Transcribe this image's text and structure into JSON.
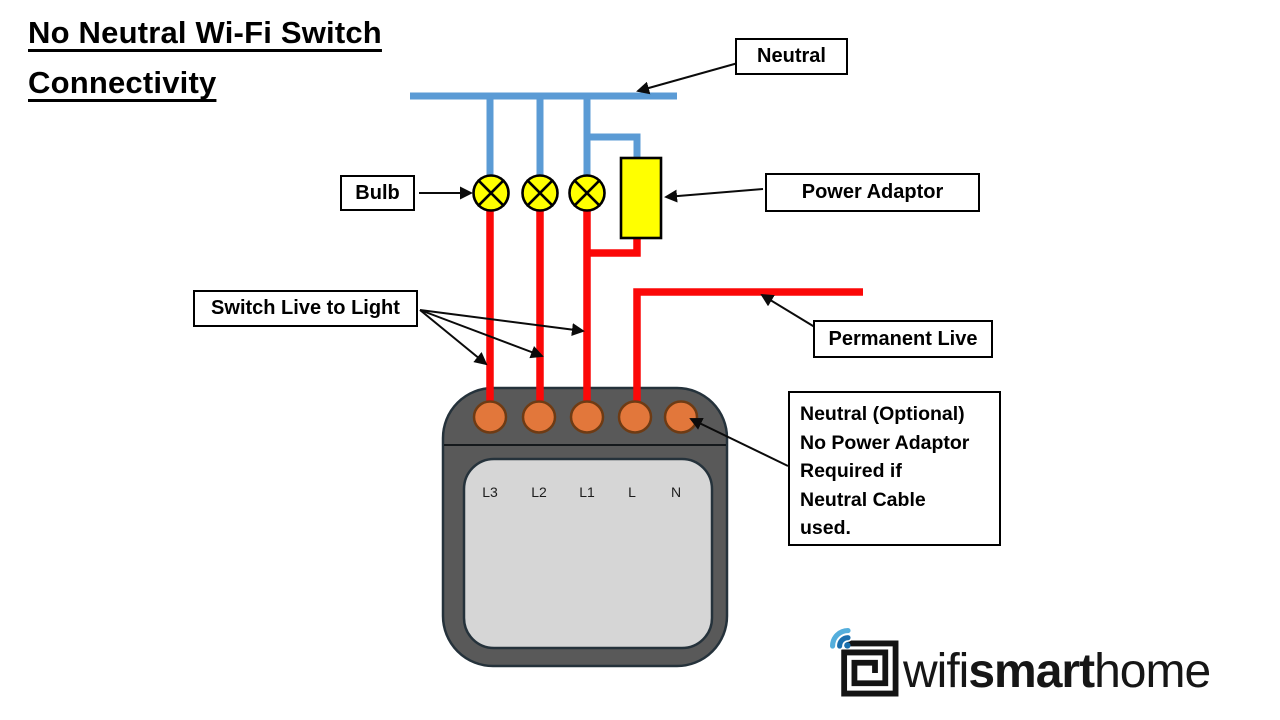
{
  "title": {
    "line1": "No Neutral Wi-Fi Switch",
    "line2": "Connectivity"
  },
  "callouts": {
    "neutral": "Neutral",
    "bulb": "Bulb",
    "power_adaptor": "Power Adaptor",
    "switch_live_to_light": "Switch Live to Light",
    "permanent_live": "Permanent Live",
    "neutral_note_lines": [
      "Neutral (Optional)",
      "No Power Adaptor",
      "Required if",
      "Neutral Cable",
      "used."
    ]
  },
  "device": {
    "terminals": [
      "L3",
      "L2",
      "L1",
      "L",
      "N"
    ]
  },
  "logo": {
    "wifi": "wifi",
    "smart": "smart",
    "home": "home"
  },
  "colors": {
    "wire_neutral_blue": "#5B9BD5",
    "wire_live_red": "#FB0808",
    "bulb_yellow": "#FFFF00",
    "adaptor_yellow": "#FFFF00",
    "terminal_orange": "#E2773B",
    "device_gray": "#595959",
    "panel_gray": "#D6D6D6",
    "logo_blue_outer": "#54AEDC",
    "logo_blue_inner": "#1B6FAE"
  }
}
